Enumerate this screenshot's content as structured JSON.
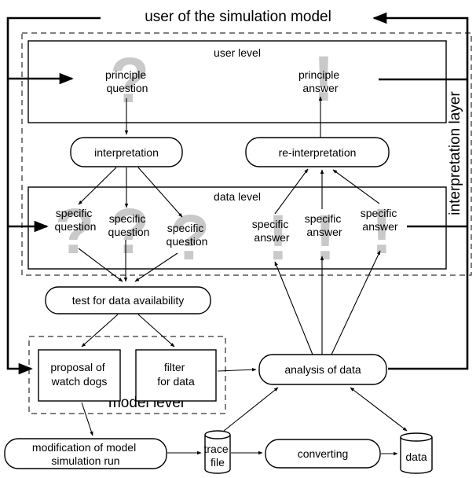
{
  "title": "user of the simulation model",
  "layers": {
    "interpretation": "interpretation layer",
    "user_level": "user level",
    "data_level": "data level",
    "model_level": "model level"
  },
  "nodes": {
    "principle_question": [
      "principle",
      "question"
    ],
    "principle_answer": [
      "principle",
      "answer"
    ],
    "interpretation": "interpretation",
    "reinterpretation": "re-interpretation",
    "specific_question": [
      "specific",
      "question"
    ],
    "specific_answer": [
      "specific",
      "answer"
    ],
    "test_availability": "test for data availability",
    "proposal": [
      "proposal of",
      "watch dogs"
    ],
    "filter": [
      "filter",
      "for data"
    ],
    "analysis": "analysis of data",
    "modification": [
      "modification of model",
      "simulation run"
    ],
    "trace_file": [
      "trace",
      "file"
    ],
    "converting": "converting",
    "data_store": "data"
  },
  "colors": {
    "ghost_glyph": "#c9c9c9",
    "line": "#000000"
  }
}
